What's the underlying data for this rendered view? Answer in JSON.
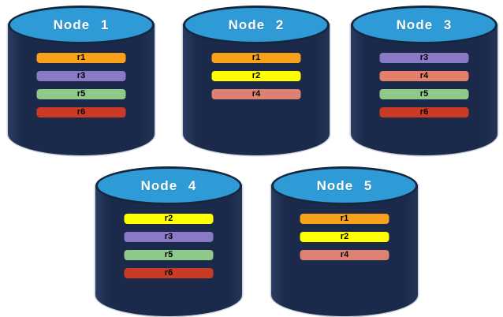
{
  "diagram": {
    "description_colors": {
      "background": "#FFFFFF",
      "cylinder_body": "#1B2A4B",
      "cylinder_top": "#2E9BD6",
      "cylinder_top_stroke": "#15263F",
      "cylinder_outline": "#CDD3DB",
      "title_text": "#FFFFFF",
      "bar_text": "#000000"
    },
    "nodes": [
      {
        "label": "Node 1",
        "bars": [
          {
            "label": "r1",
            "color": "#F9A11B"
          },
          {
            "label": "r3",
            "color": "#8A7AC5"
          },
          {
            "label": "r5",
            "color": "#8FC98A"
          },
          {
            "label": "r6",
            "color": "#C93A27"
          }
        ]
      },
      {
        "label": "Node 2",
        "bars": [
          {
            "label": "r1",
            "color": "#F9A11B"
          },
          {
            "label": "r2",
            "color": "#FFFF00"
          },
          {
            "label": "r4",
            "color": "#DD8172"
          }
        ]
      },
      {
        "label": "Node 3",
        "bars": [
          {
            "label": "r3",
            "color": "#8A7AC5"
          },
          {
            "label": "r4",
            "color": "#E37F6B"
          },
          {
            "label": "r5",
            "color": "#8FC98A"
          },
          {
            "label": "r6",
            "color": "#C93A27"
          }
        ]
      },
      {
        "label": "Node 4",
        "bars": [
          {
            "label": "r2",
            "color": "#FFFF00"
          },
          {
            "label": "r3",
            "color": "#8A7AC5"
          },
          {
            "label": "r5",
            "color": "#8FC98A"
          },
          {
            "label": "r6",
            "color": "#C93A27"
          }
        ]
      },
      {
        "label": "Node 5",
        "bars": [
          {
            "label": "r1",
            "color": "#F9A11B"
          },
          {
            "label": "r2",
            "color": "#FFFF00"
          },
          {
            "label": "r4",
            "color": "#DD8172"
          }
        ]
      }
    ]
  }
}
